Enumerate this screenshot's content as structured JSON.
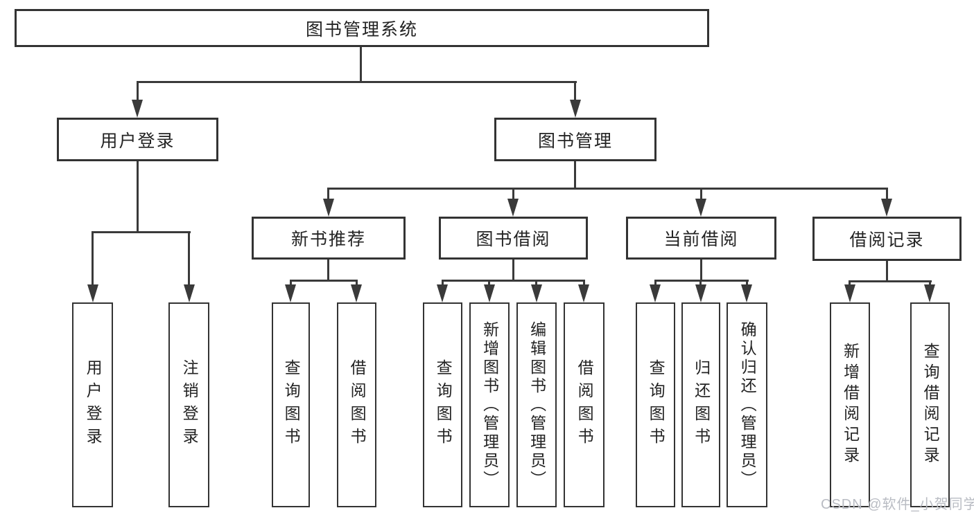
{
  "diagram": {
    "root": {
      "label": "图书管理系统"
    },
    "level2": [
      {
        "label": "用户登录"
      },
      {
        "label": "图书管理"
      }
    ],
    "level3": [
      {
        "label": "新书推荐"
      },
      {
        "label": "图书借阅"
      },
      {
        "label": "当前借阅"
      },
      {
        "label": "借阅记录"
      }
    ],
    "leaves": {
      "user": [
        {
          "label": "用户登录"
        },
        {
          "label": "注销登录"
        }
      ],
      "recommend": [
        {
          "label": "查询图书"
        },
        {
          "label": "借阅图书"
        }
      ],
      "borrow": [
        {
          "label": "查询图书"
        },
        {
          "label": "新增图书（管理员）"
        },
        {
          "label": "编辑图书（管理员）"
        },
        {
          "label": "借阅图书"
        }
      ],
      "current": [
        {
          "label": "查询图书"
        },
        {
          "label": "归还图书"
        },
        {
          "label": "确认归还（管理员）"
        }
      ],
      "record": [
        {
          "label": "新增借阅记录"
        },
        {
          "label": "查询借阅记录"
        }
      ]
    },
    "colors": {
      "line": "#3a3a3a",
      "border": "#333333",
      "text": "#232323",
      "watermark": "#b9bcc3"
    }
  },
  "watermark": {
    "text": "CSDN @软件_小贺同学"
  }
}
